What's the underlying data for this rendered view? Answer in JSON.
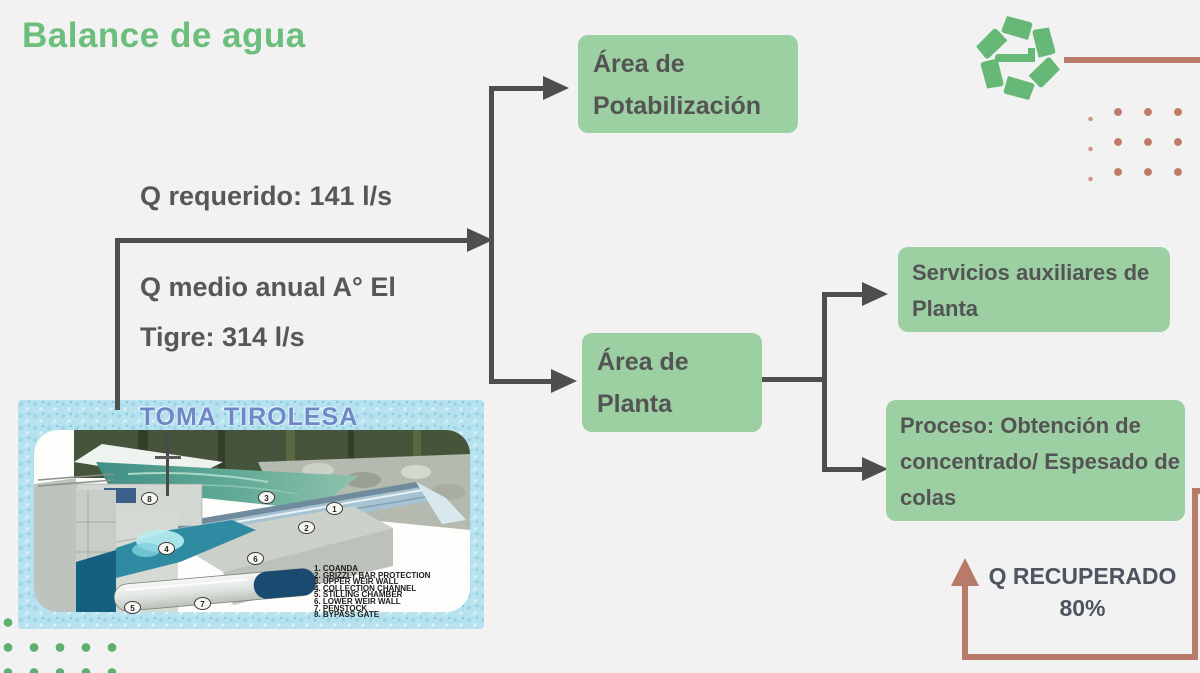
{
  "title": "Balance de agua",
  "flow": {
    "q_requerido": "Q requerido: 141 l/s",
    "q_medio": "Q medio anual A° El Tigre: 314 l/s",
    "boxes": {
      "potabilizacion": "Área de Potabilización",
      "planta": "Área de Planta",
      "servicios": "Servicios auxiliares de Planta",
      "proceso": "Proceso: Obtención de concentrado/ Espesado de colas"
    },
    "recuperado": {
      "line1": "Q RECUPERADO",
      "line2": "80%"
    }
  },
  "toma": {
    "title": "TOMA TIROLESA",
    "legend": [
      "1. COANDA",
      "2. GRIZZLY BAR PROTECTION",
      "3. UPPER WEIR WALL",
      "4. COLLECTION CHANNEL",
      "5. STILLING CHAMBER",
      "6. LOWER WEIR WALL",
      "7. PENSTOCK",
      "8. BYPASS GATE"
    ],
    "callouts": [
      "1",
      "2",
      "3",
      "4",
      "5",
      "6",
      "7",
      "8"
    ]
  },
  "colors": {
    "accent_green_title": "#6cbe7d",
    "box_green": "#9cd0a2",
    "line_dark": "#4e4e4e",
    "salmon": "#b87b6a",
    "logo_green": "#66b877",
    "background": "#f1f2f1"
  },
  "icons": {
    "logo": "aperture-hex-logo"
  }
}
